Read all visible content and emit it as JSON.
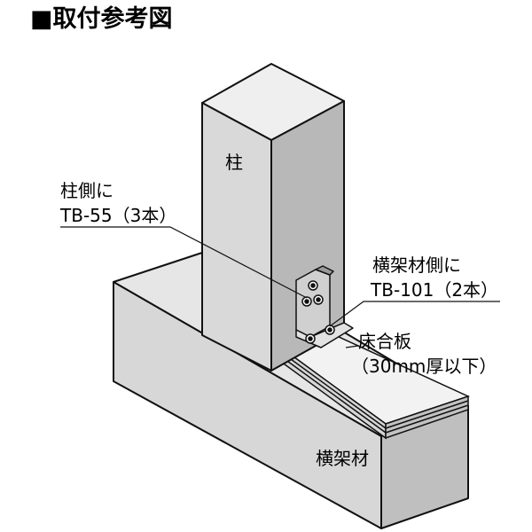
{
  "title": "■取付参考図",
  "labels": {
    "post": "柱",
    "post_side_line1": "柱側に",
    "post_side_line2": "TB-55（3本）",
    "beam_side_line1": "横架材側に",
    "beam_side_line2": "TB-101（2本）",
    "floor_line1": "床合板",
    "floor_line2": "（30mm厚以下）",
    "beam": "横架材"
  },
  "colors": {
    "face_light": "#ececec",
    "face_mid": "#d2d2d2",
    "face_dark": "#b5b5b5",
    "outline": "#111111"
  }
}
